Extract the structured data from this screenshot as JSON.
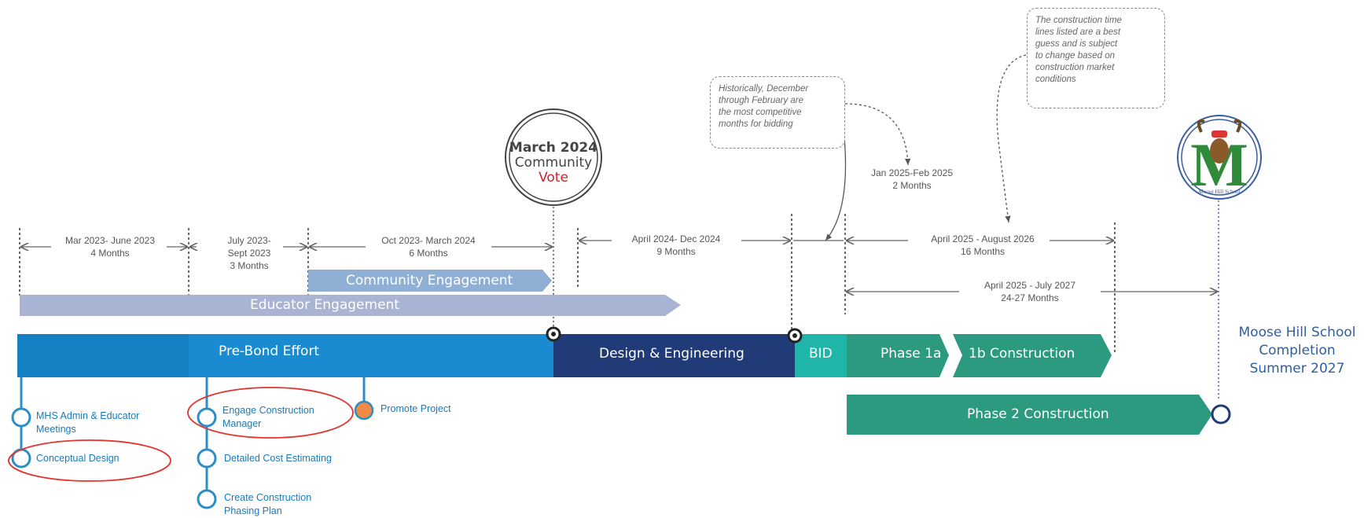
{
  "colors": {
    "pre_bond": "#1a8bd0",
    "design": "#213a78",
    "bid": "#1fb5a8",
    "phase": "#2b9a80",
    "educator": "#a9b3d3",
    "community": "#8fb0d4",
    "milestone": "#2d8ec6",
    "promote": "#f08a46",
    "annotation_circle": "#e3342f"
  },
  "icons": {
    "vote_badge": "ballot-circle-icon",
    "moose_logo": "moose-hill-school-logo-icon"
  },
  "durations": [
    {
      "line1": "Mar 2023- June 2023",
      "line2": "4 Months",
      "line3": ""
    },
    {
      "line1": "July 2023-",
      "line2": "Sept 2023",
      "line3": "3 Months"
    },
    {
      "line1": "Oct 2023- March 2024",
      "line2": "6 Months",
      "line3": ""
    },
    {
      "line1": "April 2024- Dec 2024",
      "line2": "9 Months",
      "line3": ""
    },
    {
      "line1": "Jan 2025-Feb 2025",
      "line2": "2 Months",
      "line3": ""
    },
    {
      "line1": "April 2025 - August 2026",
      "line2": "16 Months",
      "line3": ""
    },
    {
      "line1": "April 2025 - July 2027",
      "line2": "24-27 Months",
      "line3": ""
    }
  ],
  "bands": {
    "community": "Community Engagement",
    "educator": "Educator Engagement",
    "pre_bond": "Pre-Bond Effort",
    "design": "Design & Engineering",
    "bid": "BID",
    "phase1a": "Phase 1a",
    "phase1b": "1b Construction",
    "phase2": "Phase 2 Construction"
  },
  "vote": {
    "line1": "March 2024",
    "line2": "Community",
    "line3": "Vote"
  },
  "notes": {
    "bidding": [
      "Historically, December",
      "through February are",
      "the most competitive",
      "months for bidding"
    ],
    "construction": [
      "The construction time",
      "lines listed are a best",
      "guess and is subject",
      "to change based on",
      "construction market",
      "conditions"
    ]
  },
  "milestones": [
    {
      "line1": "MHS Admin & Educator",
      "line2": "Meetings"
    },
    {
      "line1": "Conceptual Design",
      "line2": ""
    },
    {
      "line1": "Engage Construction",
      "line2": "Manager"
    },
    {
      "line1": "Detailed Cost Estimating",
      "line2": ""
    },
    {
      "line1": "Create Construction",
      "line2": "Phasing Plan"
    },
    {
      "line1": "Promote Project",
      "line2": ""
    }
  ],
  "completion": {
    "line1": "Moose Hill School",
    "line2": "Completion",
    "line3": "Summer 2027"
  },
  "logo_text": "Moose Hill School"
}
